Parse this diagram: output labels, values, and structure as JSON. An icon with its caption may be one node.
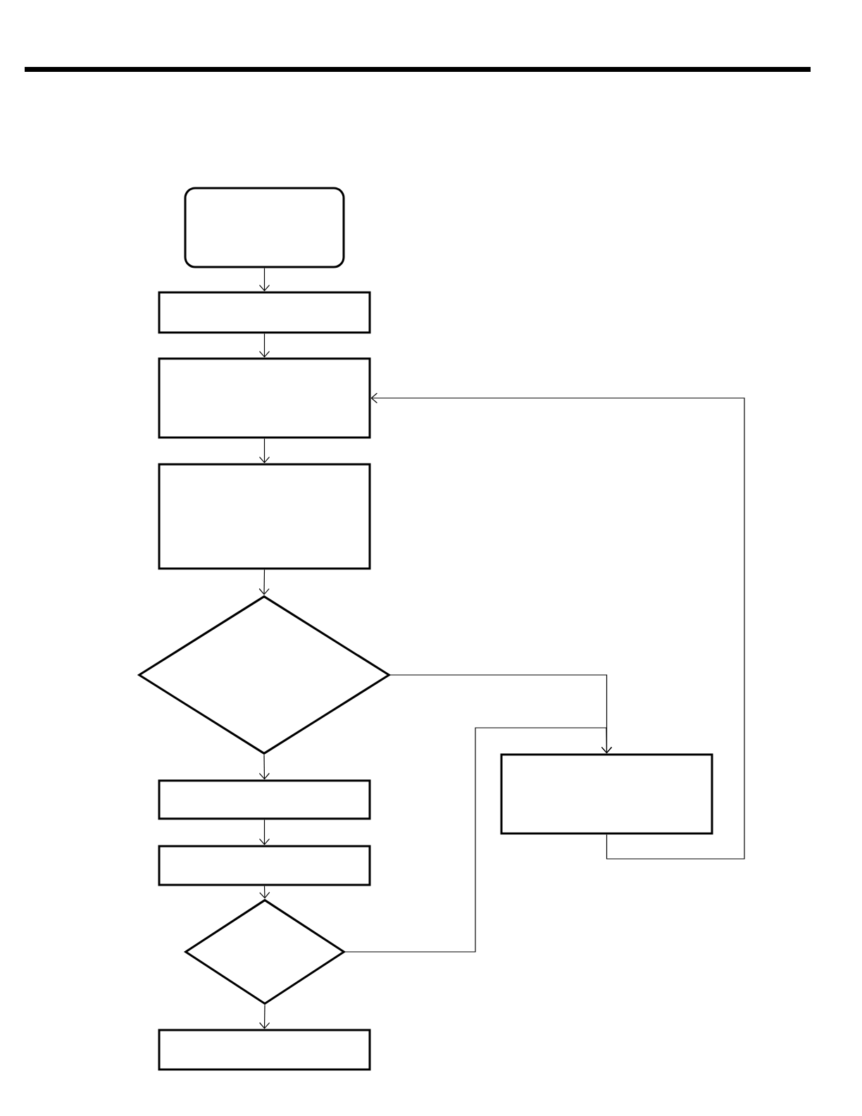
{
  "diagram": {
    "nodes": [
      {
        "text": [],
        "shape": "box"
      },
      {
        "text": [],
        "shape": "box"
      },
      {
        "text": [],
        "shape": "box"
      },
      {
        "text": [],
        "shape": "box"
      },
      {
        "text": [],
        "shape": "diamond"
      },
      {
        "text": [],
        "shape": "box"
      },
      {
        "text": [],
        "shape": "box"
      },
      {
        "text": [],
        "shape": "diamond"
      },
      {
        "text": [],
        "shape": "box"
      },
      {
        "text": [],
        "shape": "box"
      }
    ],
    "edges": [
      {
        "from": 0,
        "to": 1,
        "arrow": "to"
      },
      {
        "from": 1,
        "to": 2,
        "arrow": "to"
      },
      {
        "from": 2,
        "to": 3,
        "arrow": "to"
      },
      {
        "from": 3,
        "to": 4,
        "arrow": "to"
      },
      {
        "from": 4,
        "to": 5,
        "arrow": "to"
      },
      {
        "from": 5,
        "to": 6,
        "arrow": "to"
      },
      {
        "from": 6,
        "to": 7,
        "arrow": "to"
      },
      {
        "from": 7,
        "to": 8,
        "arrow": "to"
      },
      {
        "from": 4,
        "to": 9,
        "arrow": "to"
      },
      {
        "from": 7,
        "to": 9,
        "arrow": "to"
      },
      {
        "from": 9,
        "to": 2,
        "arrow": "to"
      }
    ]
  }
}
